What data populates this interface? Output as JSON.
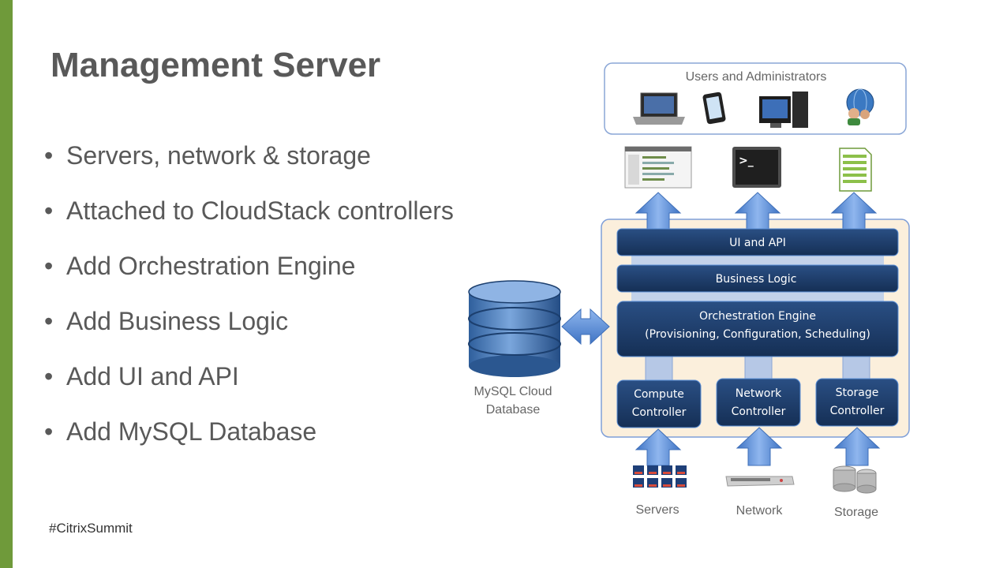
{
  "slide": {
    "title": "Management Server",
    "bullets": [
      "Servers, network & storage",
      "Attached to CloudStack controllers",
      "Add Orchestration Engine",
      "Add Business Logic",
      "Add UI and API",
      "Add MySQL Database"
    ],
    "hashtag": "#CitrixSummit",
    "accent_color": "#6f9a3a"
  },
  "diagram": {
    "users_label": "Users and Administrators",
    "layers": {
      "ui_api": "UI and API",
      "business_logic": "Business Logic",
      "orchestration_line1": "Orchestration Engine",
      "orchestration_line2": "(Provisioning, Configuration, Scheduling)"
    },
    "controllers": [
      {
        "line1": "Compute",
        "line2": "Controller"
      },
      {
        "line1": "Network",
        "line2": "Controller"
      },
      {
        "line1": "Storage",
        "line2": "Controller"
      }
    ],
    "database_line1": "MySQL Cloud",
    "database_line2": "Database",
    "resources": [
      "Servers",
      "Network",
      "Storage"
    ],
    "colors": {
      "layer_box": "#1a3b66",
      "arrow": "#5b8fd6",
      "panel": "#fbefdc",
      "panel_border": "#7f9fd8"
    }
  }
}
